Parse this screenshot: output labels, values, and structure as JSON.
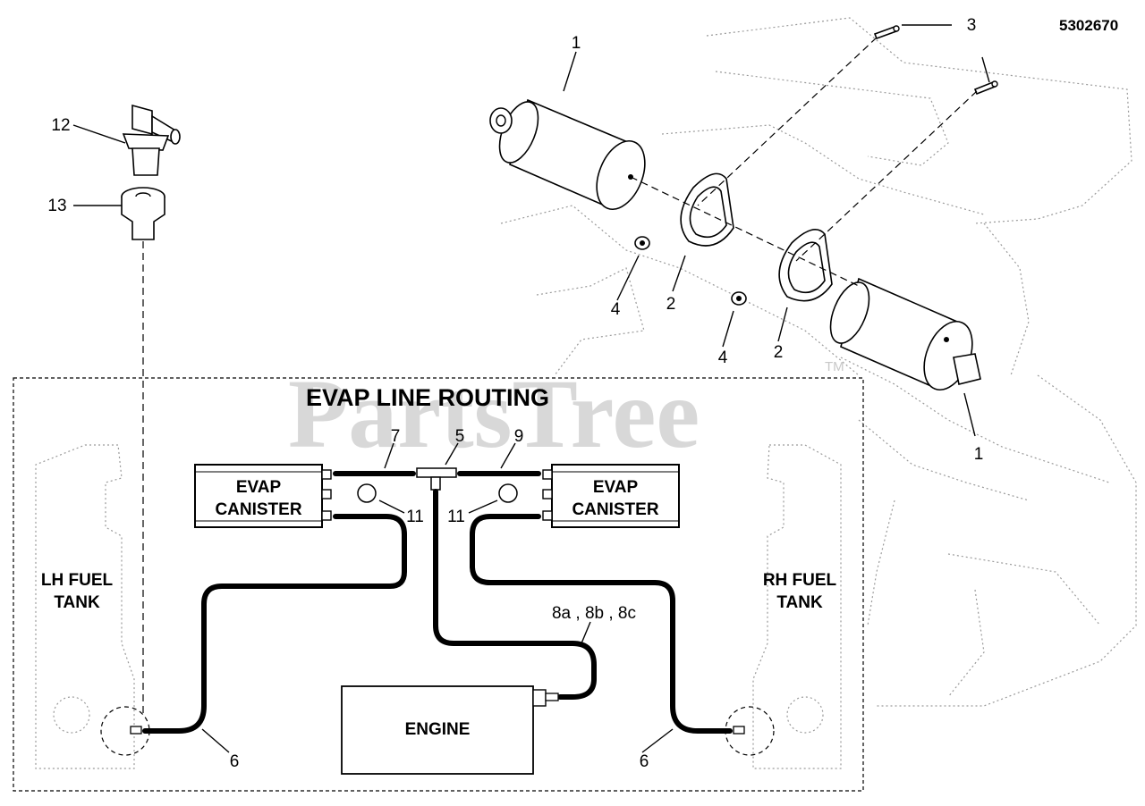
{
  "part_number": "5302670",
  "watermark": {
    "text": "PartsTree",
    "tm": "TM"
  },
  "routing_title": "EVAP LINE ROUTING",
  "left_canister": {
    "line1": "EVAP",
    "line2": "CANISTER"
  },
  "right_canister": {
    "line1": "EVAP",
    "line2": "CANISTER"
  },
  "engine_label": "ENGINE",
  "lh_tank": {
    "line1": "LH FUEL",
    "line2": "TANK"
  },
  "rh_tank": {
    "line1": "RH FUEL",
    "line2": "TANK"
  },
  "callouts": {
    "c1_top": "1",
    "c1_bottom": "1",
    "c2_left": "2",
    "c2_right": "2",
    "c3": "3",
    "c4_left": "4",
    "c4_right": "4",
    "c5": "5",
    "c6_left": "6",
    "c6_right": "6",
    "c7": "7",
    "c8": "8a , 8b , 8c",
    "c9": "9",
    "c11_left": "11",
    "c11_right": "11",
    "c12": "12",
    "c13": "13"
  }
}
